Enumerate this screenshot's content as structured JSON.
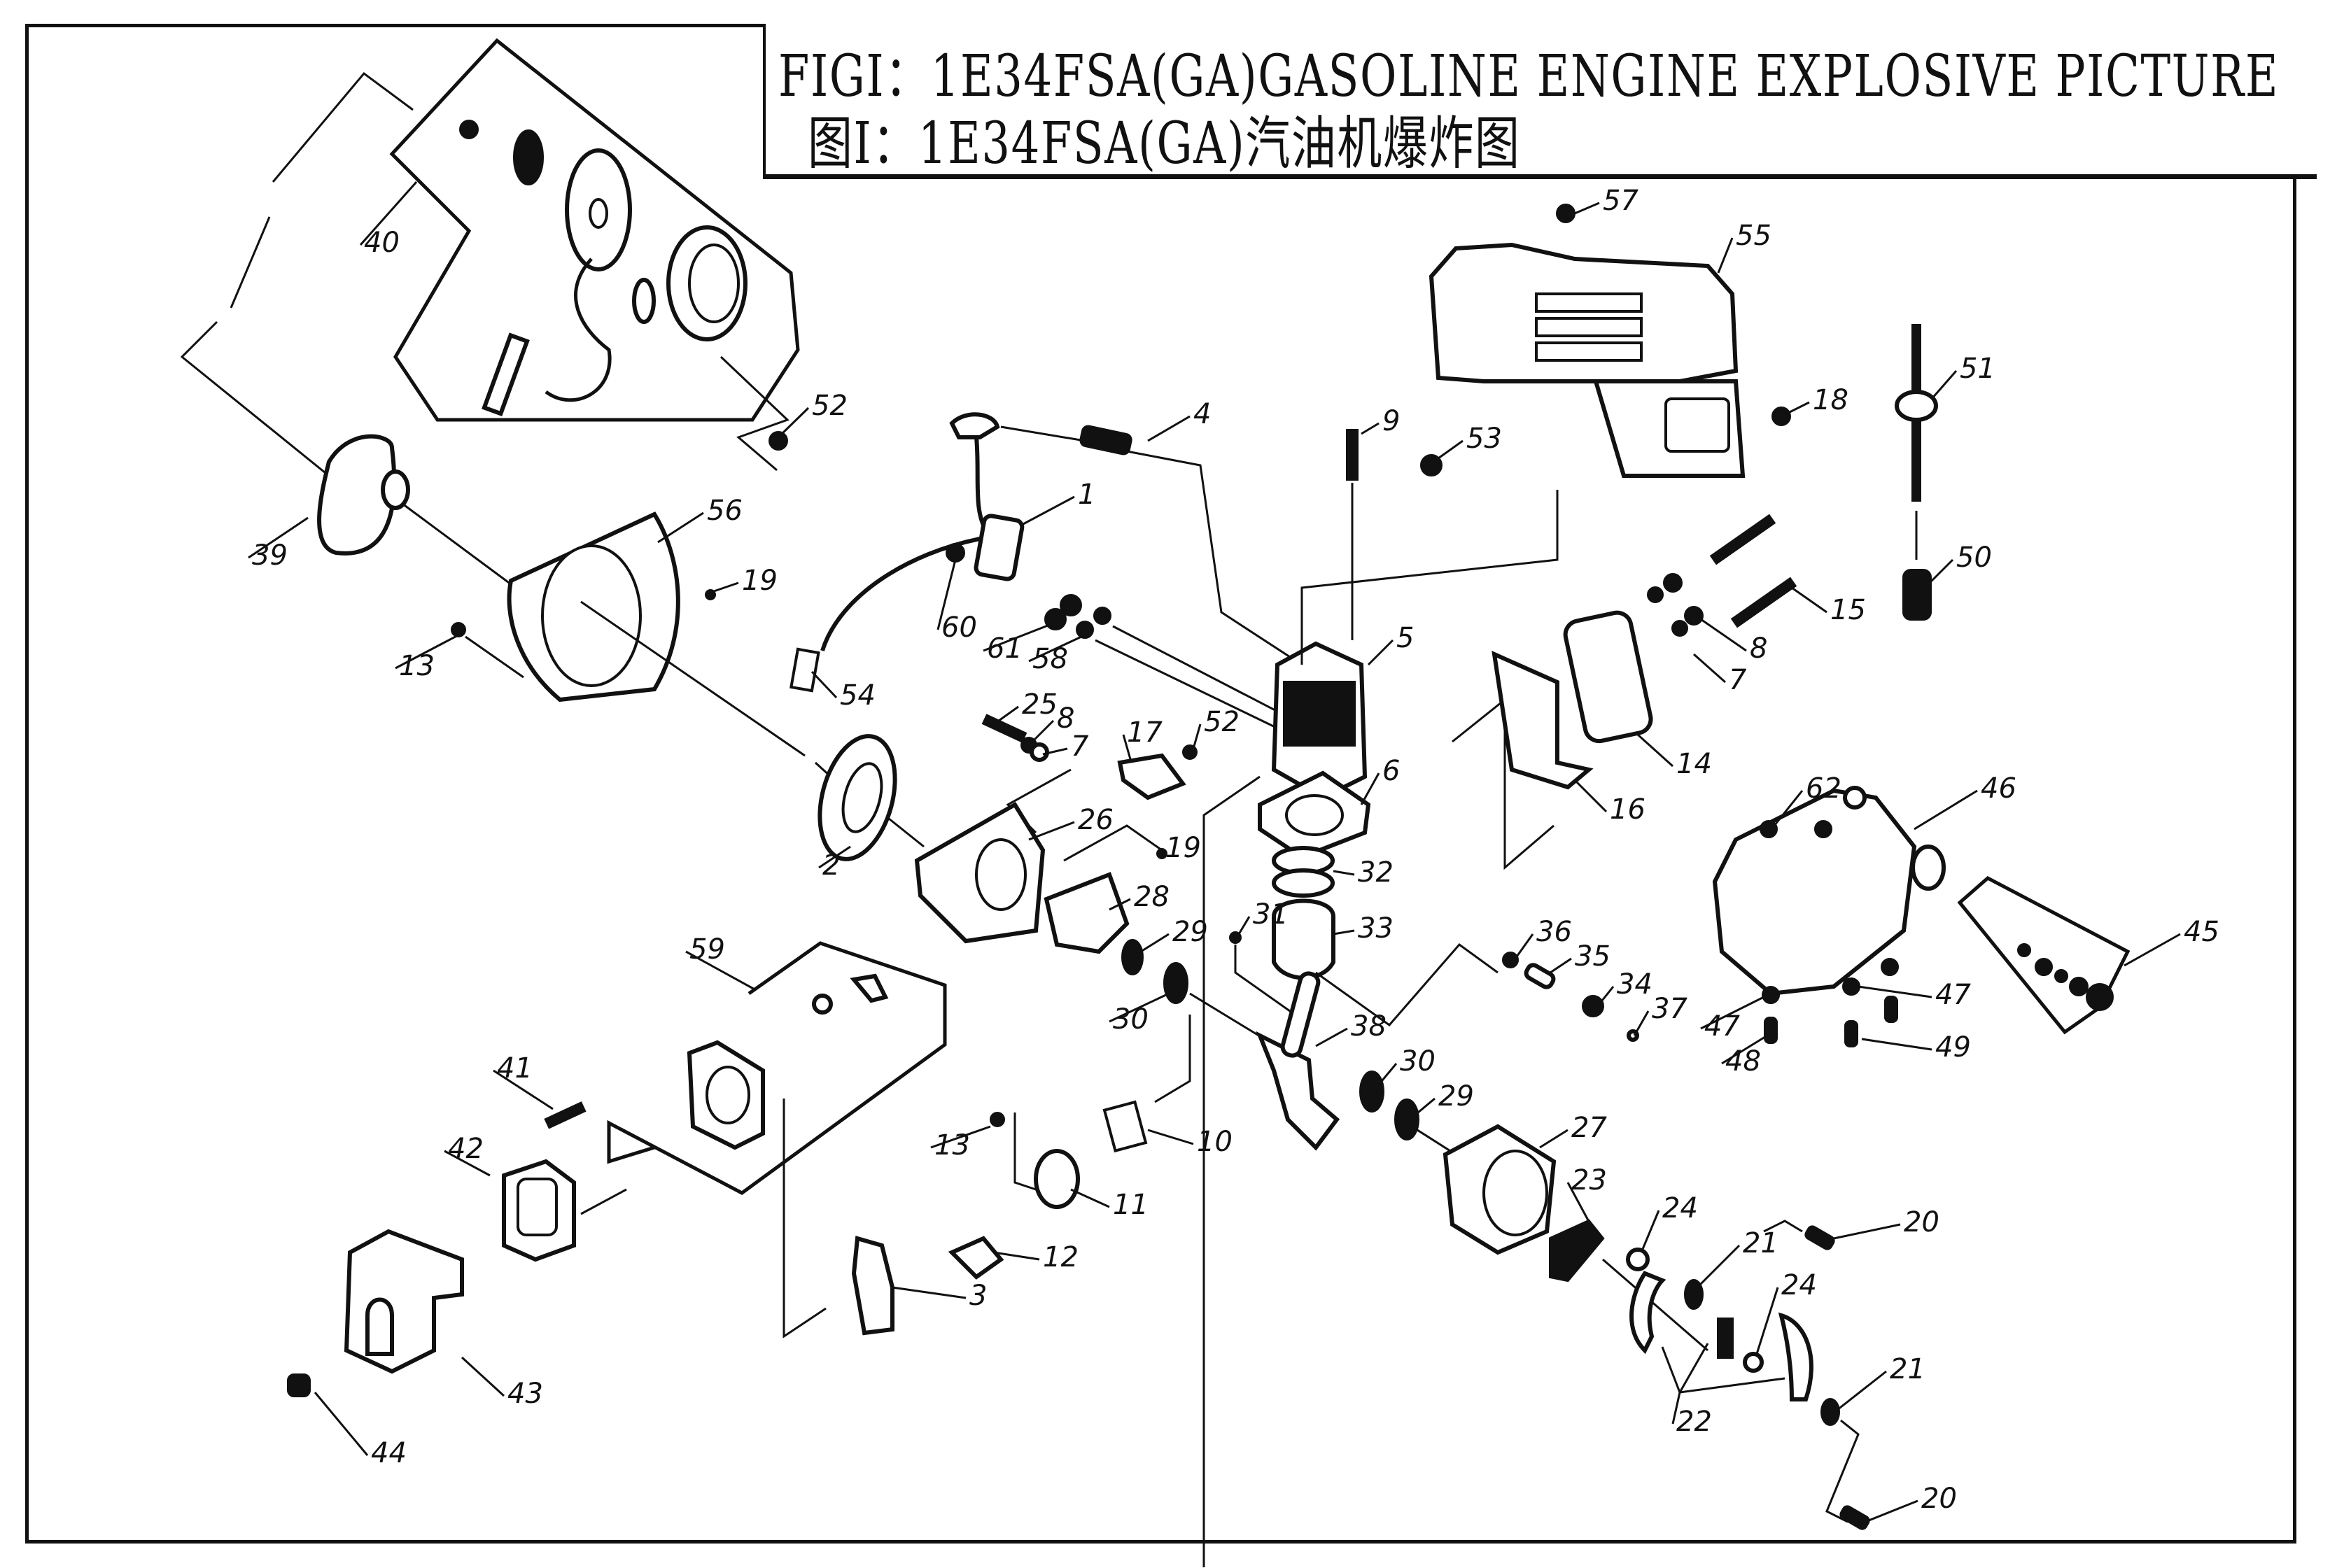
{
  "title": {
    "english": "FIGⅠ：1E34FSA(GA)GASOLINE ENGINE EXPLOSIVE PICTURE",
    "chinese": "图Ⅰ：1E34FSA(GA)汽油机爆炸图"
  },
  "callouts": [
    {
      "id": "p40",
      "label": "40",
      "part": "starter-assembly"
    },
    {
      "id": "p52a",
      "label": "52",
      "part": "screw"
    },
    {
      "id": "p39",
      "label": "39",
      "part": "starter-pulley"
    },
    {
      "id": "p56",
      "label": "56",
      "part": "starter-housing"
    },
    {
      "id": "p19a",
      "label": "19",
      "part": "screw"
    },
    {
      "id": "p13a",
      "label": "13",
      "part": "screw"
    },
    {
      "id": "p4",
      "label": "4",
      "part": "spark-plug"
    },
    {
      "id": "p1",
      "label": "1",
      "part": "ignition-coil"
    },
    {
      "id": "p60",
      "label": "60",
      "part": "screw"
    },
    {
      "id": "p61",
      "label": "61",
      "part": "washer"
    },
    {
      "id": "p58",
      "label": "58",
      "part": "washer"
    },
    {
      "id": "p54",
      "label": "54",
      "part": "stop-wire"
    },
    {
      "id": "p9",
      "label": "9",
      "part": "bolt"
    },
    {
      "id": "p53",
      "label": "53",
      "part": "nut"
    },
    {
      "id": "p57",
      "label": "57",
      "part": "screw"
    },
    {
      "id": "p55",
      "label": "55",
      "part": "engine-cover"
    },
    {
      "id": "p18",
      "label": "18",
      "part": "screw"
    },
    {
      "id": "p51",
      "label": "51",
      "part": "fuel-pipe"
    },
    {
      "id": "p50",
      "label": "50",
      "part": "fuel-filter"
    },
    {
      "id": "p15",
      "label": "15",
      "part": "muffler-bolt"
    },
    {
      "id": "p8a",
      "label": "8",
      "part": "spring-washer"
    },
    {
      "id": "p7a",
      "label": "7",
      "part": "flat-washer"
    },
    {
      "id": "p5",
      "label": "5",
      "part": "cylinder"
    },
    {
      "id": "p14",
      "label": "14",
      "part": "muffler"
    },
    {
      "id": "p16",
      "label": "16",
      "part": "muffler-plate"
    },
    {
      "id": "p25",
      "label": "25",
      "part": "bolt"
    },
    {
      "id": "p8b",
      "label": "8",
      "part": "spring-washer"
    },
    {
      "id": "p7b",
      "label": "7",
      "part": "flat-washer"
    },
    {
      "id": "p17",
      "label": "17",
      "part": "bracket"
    },
    {
      "id": "p52b",
      "label": "52",
      "part": "screw"
    },
    {
      "id": "p6",
      "label": "6",
      "part": "cylinder-gasket"
    },
    {
      "id": "p2",
      "label": "2",
      "part": "flywheel"
    },
    {
      "id": "p26",
      "label": "26",
      "part": "crankcase-left"
    },
    {
      "id": "p19b",
      "label": "19",
      "part": "screw"
    },
    {
      "id": "p28",
      "label": "28",
      "part": "crankcase-gasket"
    },
    {
      "id": "p29a",
      "label": "29",
      "part": "oil-seal"
    },
    {
      "id": "p30a",
      "label": "30",
      "part": "bearing"
    },
    {
      "id": "p32",
      "label": "32",
      "part": "piston-rings"
    },
    {
      "id": "p33",
      "label": "33",
      "part": "piston"
    },
    {
      "id": "p31",
      "label": "31",
      "part": "pin"
    },
    {
      "id": "p36",
      "label": "36",
      "part": "circlip"
    },
    {
      "id": "p35",
      "label": "35",
      "part": "piston-pin"
    },
    {
      "id": "p34",
      "label": "34",
      "part": "bearing"
    },
    {
      "id": "p37",
      "label": "37",
      "part": "circlip"
    },
    {
      "id": "p38",
      "label": "38",
      "part": "crankshaft"
    },
    {
      "id": "p30b",
      "label": "30",
      "part": "bearing"
    },
    {
      "id": "p29b",
      "label": "29",
      "part": "oil-seal"
    },
    {
      "id": "p62",
      "label": "62",
      "part": "grommet"
    },
    {
      "id": "p46",
      "label": "46",
      "part": "fuel-tank"
    },
    {
      "id": "p45",
      "label": "45",
      "part": "fuel-cap-assembly"
    },
    {
      "id": "p47a",
      "label": "47",
      "part": "damper"
    },
    {
      "id": "p47b",
      "label": "47",
      "part": "damper"
    },
    {
      "id": "p48",
      "label": "48",
      "part": "screw"
    },
    {
      "id": "p49",
      "label": "49",
      "part": "screw"
    },
    {
      "id": "p59",
      "label": "59",
      "part": "air-filter-base-assembly"
    },
    {
      "id": "p41",
      "label": "41",
      "part": "screw"
    },
    {
      "id": "p42",
      "label": "42",
      "part": "air-filter-element"
    },
    {
      "id": "p43",
      "label": "43",
      "part": "air-filter-cover"
    },
    {
      "id": "p44",
      "label": "44",
      "part": "knob"
    },
    {
      "id": "p13b",
      "label": "13",
      "part": "screw"
    },
    {
      "id": "p10",
      "label": "10",
      "part": "gasket"
    },
    {
      "id": "p11",
      "label": "11",
      "part": "insulator"
    },
    {
      "id": "p12",
      "label": "12",
      "part": "gasket"
    },
    {
      "id": "p3",
      "label": "3",
      "part": "carburetor"
    },
    {
      "id": "p27",
      "label": "27",
      "part": "crankcase-right"
    },
    {
      "id": "p23",
      "label": "23",
      "part": "clutch-holder"
    },
    {
      "id": "p24a",
      "label": "24",
      "part": "washer"
    },
    {
      "id": "p21a",
      "label": "21",
      "part": "washer"
    },
    {
      "id": "p20a",
      "label": "20",
      "part": "clutch-bolt"
    },
    {
      "id": "p24b",
      "label": "24",
      "part": "washer"
    },
    {
      "id": "p22",
      "label": "22",
      "part": "clutch-shoe"
    },
    {
      "id": "p21b",
      "label": "21",
      "part": "washer"
    },
    {
      "id": "p20b",
      "label": "20",
      "part": "clutch-bolt"
    }
  ]
}
